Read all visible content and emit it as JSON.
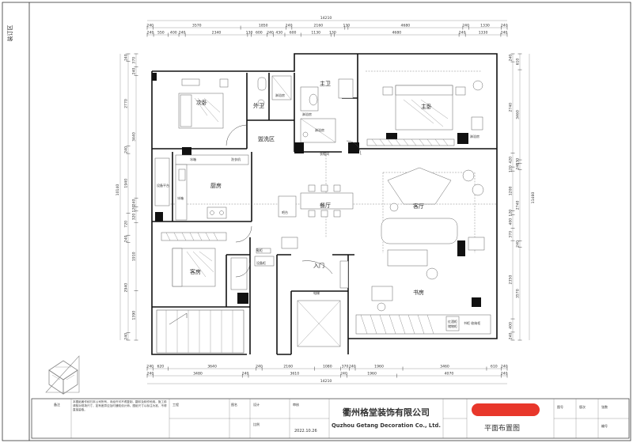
{
  "side_label": "装订区",
  "top_dims": {
    "total": "14210",
    "row1": [
      "240",
      "3570",
      "1850",
      "240",
      "2160",
      "130",
      "4680",
      "240",
      "1330",
      "240"
    ],
    "row2": [
      "240",
      "550",
      "400",
      "240",
      "2340",
      "130",
      "600",
      "240",
      "430",
      "600",
      "1130",
      "130",
      "4680",
      "240",
      "1330",
      "240"
    ]
  },
  "bottom_dims": {
    "total": "14210",
    "row1": [
      "240",
      "620",
      "3640",
      "240",
      "2160",
      "1080",
      "370",
      "240",
      "1960",
      "3460",
      "610",
      "240"
    ],
    "row2": [
      "240",
      "3480",
      "240",
      "3610",
      "240",
      "1960",
      "4070",
      "240"
    ]
  },
  "left_dims": {
    "total": "10140",
    "outer": [
      "240",
      "2770",
      "240",
      "1940",
      "720",
      "240",
      "2940",
      "240"
    ],
    "inner": [
      "370",
      "240",
      "3440",
      "240",
      "120",
      "320",
      "1910",
      "1390"
    ]
  },
  "right_dims": {
    "total": "11460",
    "outer": [
      "610",
      "3460",
      "130",
      "240",
      "2740",
      "240",
      "3570"
    ],
    "inner": [
      "240",
      "2740",
      "420",
      "120",
      "1200",
      "120",
      "400",
      "370",
      "2350",
      "400",
      "240"
    ]
  },
  "rooms": {
    "second_bedroom": "次卧",
    "outer_bath": "外卫",
    "master_bath": "主卫",
    "master_bedroom": "主卧",
    "wash_area": "盥洗区",
    "kitchen": "厨房",
    "dining": "餐厅",
    "living": "客厅",
    "guest_room": "客房",
    "study": "书房",
    "entrance": "入门",
    "elevator": "电梯"
  },
  "labels": {
    "shower1": "淋浴房",
    "shower2": "淋浴房",
    "shower3": "淋浴房",
    "shower4": "淋浴房",
    "cloak": "衣帽间",
    "fridge": "冰箱",
    "washer": "洗衣机",
    "equip_platform": "设备平台",
    "ice": "冰箱",
    "bar": "吧台",
    "shoe": "鞋柜",
    "equip_cab": "设备柜",
    "wine": "红酒柜",
    "storage": "储物柜",
    "books": "书柜 收纳柜"
  },
  "title_block": {
    "notes_label": "备注",
    "notes_text": "本图纸著作权归本公司所有，未经许可不得复制、翻印及转作他用。施工前请核对现场尺寸，如有差异应及时通知设计师。图纸尺寸以标注为准，不得直接量取。",
    "field_1": "工程",
    "field_2": "图名",
    "field_3": "设计",
    "field_4": "审核",
    "field_5": "比例",
    "date": "2022.10.26",
    "company_cn": "衢州格堂装饰有限公司",
    "company_en": "Quzhou Getang Decoration Co., Ltd.",
    "drawing_name": "平面布置图",
    "cells": [
      "图号",
      "版次",
      "张数",
      "编号"
    ]
  },
  "colors": {
    "accent_red": "#e8372b",
    "line": "#111111"
  }
}
